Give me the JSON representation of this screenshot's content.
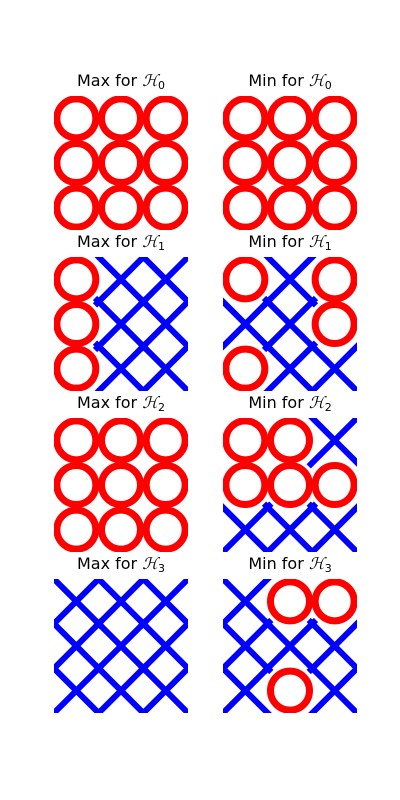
{
  "colors": {
    "o": "#ff0000",
    "x": "#0000ff",
    "background": "#ffffff",
    "text": "#000000"
  },
  "panels": [
    {
      "prefix": "Max for ",
      "symbol": "ℋ",
      "subscript": "0",
      "grid": [
        [
          "o",
          "o",
          "o"
        ],
        [
          "o",
          "o",
          "o"
        ],
        [
          "o",
          "o",
          "o"
        ]
      ]
    },
    {
      "prefix": "Min for ",
      "symbol": "ℋ",
      "subscript": "0",
      "grid": [
        [
          "o",
          "o",
          "o"
        ],
        [
          "o",
          "o",
          "o"
        ],
        [
          "o",
          "o",
          "o"
        ]
      ]
    },
    {
      "prefix": "Max for ",
      "symbol": "ℋ",
      "subscript": "1",
      "grid": [
        [
          "o",
          "x",
          "x"
        ],
        [
          "o",
          "x",
          "x"
        ],
        [
          "o",
          "x",
          "x"
        ]
      ]
    },
    {
      "prefix": "Min for ",
      "symbol": "ℋ",
      "subscript": "1",
      "grid": [
        [
          "o",
          "x",
          "o"
        ],
        [
          "x",
          "x",
          "o"
        ],
        [
          "o",
          "x",
          "x"
        ]
      ]
    },
    {
      "prefix": "Max for ",
      "symbol": "ℋ",
      "subscript": "2",
      "grid": [
        [
          "o",
          "o",
          "o"
        ],
        [
          "o",
          "o",
          "o"
        ],
        [
          "o",
          "o",
          "o"
        ]
      ]
    },
    {
      "prefix": "Min for ",
      "symbol": "ℋ",
      "subscript": "2",
      "grid": [
        [
          "o",
          "o",
          "x"
        ],
        [
          "o",
          "o",
          "o"
        ],
        [
          "x",
          "x",
          "x"
        ]
      ]
    },
    {
      "prefix": "Max for ",
      "symbol": "ℋ",
      "subscript": "3",
      "grid": [
        [
          "x",
          "x",
          "x"
        ],
        [
          "x",
          "x",
          "x"
        ],
        [
          "x",
          "x",
          "x"
        ]
      ]
    },
    {
      "prefix": "Min for ",
      "symbol": "ℋ",
      "subscript": "3",
      "grid": [
        [
          "x",
          "o",
          "o"
        ],
        [
          "x",
          "x",
          "x"
        ],
        [
          "x",
          "o",
          "x"
        ]
      ]
    }
  ]
}
